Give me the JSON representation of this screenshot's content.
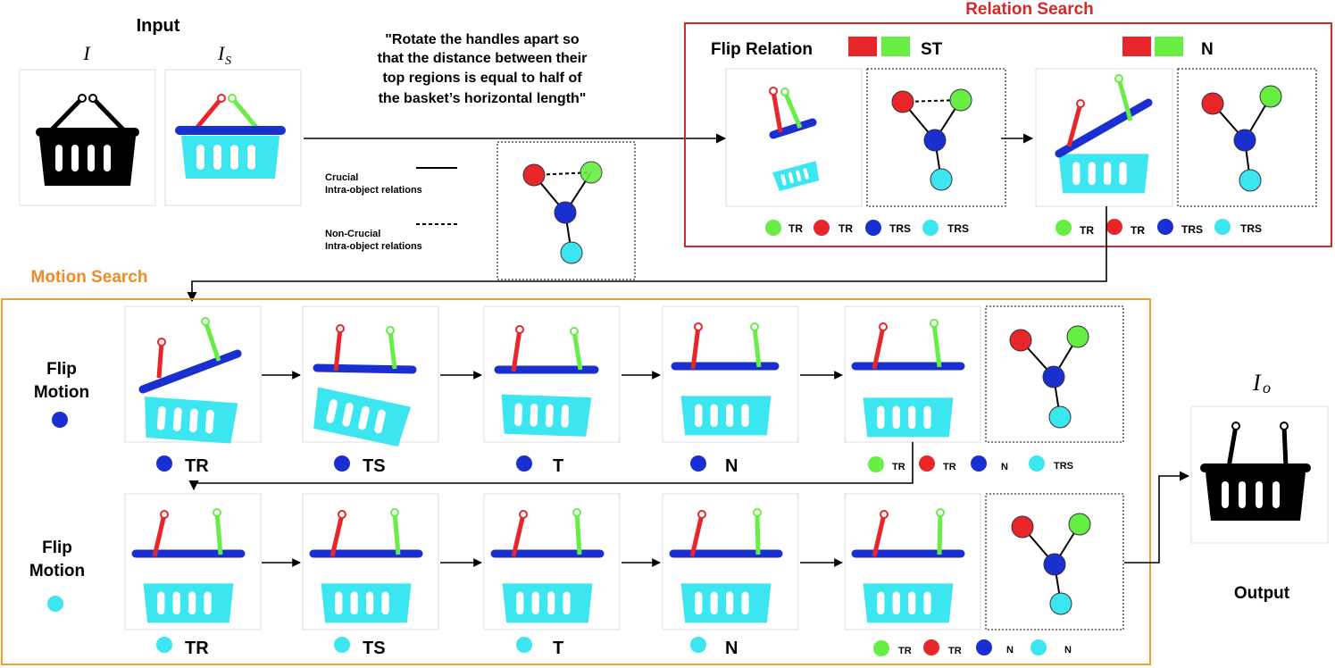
{
  "input": {
    "heading": "Input",
    "label_i": "I",
    "label_is": "I",
    "label_is_sub": "S"
  },
  "instruction": [
    "\"Rotate the handles apart so",
    "that the distance between their",
    "top regions is equal to half of",
    "the basket’s horizontal length\""
  ],
  "legend_relations": {
    "crucial": [
      "Crucial",
      "Intra-object relations"
    ],
    "noncrucial": [
      "Non-Crucial",
      "Intra-object relations"
    ]
  },
  "relation_search": {
    "title": "Relation Search",
    "flip_relation_label": "Flip Relation",
    "state_1": "ST",
    "state_2": "N",
    "legend_1": [
      "TR",
      "TR",
      "TRS",
      "TRS"
    ],
    "legend_2": [
      "TR",
      "TR",
      "TRS",
      "TRS"
    ]
  },
  "motion_search": {
    "title": "Motion Search",
    "row1": {
      "label": [
        "Flip",
        "Motion"
      ],
      "steps": [
        "TR",
        "TS",
        "T",
        "N"
      ],
      "legend": [
        "TR",
        "TR",
        "N",
        "TRS"
      ]
    },
    "row2": {
      "label": [
        "Flip",
        "Motion"
      ],
      "steps": [
        "TR",
        "TS",
        "T",
        "N"
      ],
      "legend": [
        "TR",
        "TR",
        "N",
        "N"
      ]
    }
  },
  "output": {
    "label_io": "I",
    "label_io_sub": "o",
    "heading": "Output"
  },
  "colors": {
    "relation_border": "#d9262a",
    "motion_border": "#f0a030",
    "relation_title": "#d9262a",
    "motion_title": "#f08a24",
    "red": "#e8262a",
    "green": "#66ee44",
    "blue": "#1a2fd0",
    "cyan": "#3ce6f0",
    "black": "#000000"
  }
}
